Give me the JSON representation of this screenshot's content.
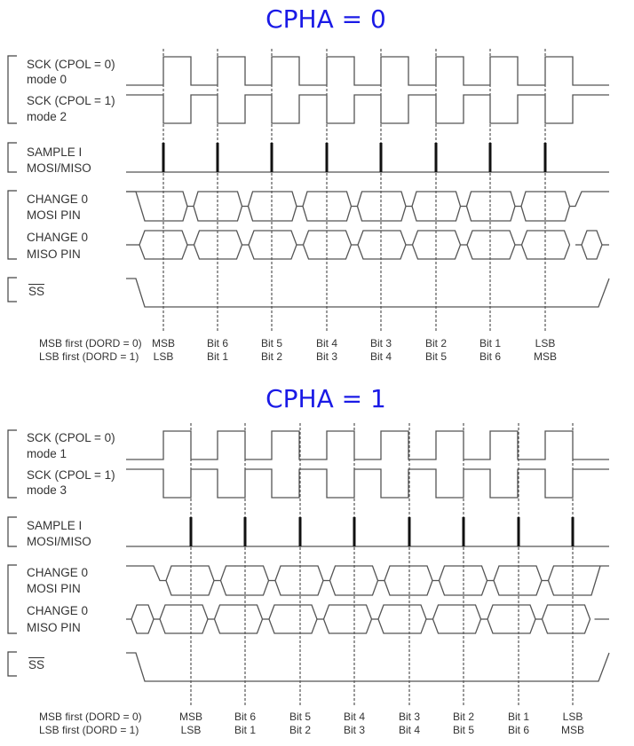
{
  "diagrams": [
    {
      "title": "CPHA = 0",
      "labels": {
        "sck0": "SCK (CPOL = 0)",
        "mode_a": "mode 0",
        "sck1": "SCK (CPOL = 1)",
        "mode_b": "mode 2",
        "sample1": "SAMPLE I",
        "sample2": "MOSI/MISO",
        "mosi1": "CHANGE 0",
        "mosi2": "MOSI PIN",
        "miso1": "CHANGE 0",
        "miso2": "MISO PIN",
        "ss": "SS"
      },
      "dord": {
        "msb_first": "MSB first (DORD = 0)",
        "lsb_first": "LSB first (DORD = 1)"
      },
      "bits_msb_first": [
        "MSB",
        "Bit 6",
        "Bit 5",
        "Bit 4",
        "Bit 3",
        "Bit 2",
        "Bit 1",
        "LSB"
      ],
      "bits_lsb_first": [
        "LSB",
        "Bit 1",
        "Bit 2",
        "Bit 3",
        "Bit 4",
        "Bit 5",
        "Bit 6",
        "MSB"
      ]
    },
    {
      "title": "CPHA = 1",
      "labels": {
        "sck0": "SCK (CPOL = 0)",
        "mode_a": "mode 1",
        "sck1": "SCK (CPOL = 1)",
        "mode_b": "mode 3",
        "sample1": "SAMPLE I",
        "sample2": "MOSI/MISO",
        "mosi1": "CHANGE 0",
        "mosi2": "MOSI PIN",
        "miso1": "CHANGE 0",
        "miso2": "MISO PIN",
        "ss": "SS"
      },
      "dord": {
        "msb_first": "MSB first (DORD = 0)",
        "lsb_first": "LSB first (DORD = 1)"
      },
      "bits_msb_first": [
        "MSB",
        "Bit 6",
        "Bit 5",
        "Bit 4",
        "Bit 3",
        "Bit 2",
        "Bit 1",
        "LSB"
      ],
      "bits_lsb_first": [
        "LSB",
        "Bit 1",
        "Bit 2",
        "Bit 3",
        "Bit 4",
        "Bit 5",
        "Bit 6",
        "MSB"
      ]
    }
  ],
  "colors": {
    "title": "#1a1ae6",
    "wave": "#555555",
    "pulse": "#111111",
    "dash": "#333333"
  }
}
